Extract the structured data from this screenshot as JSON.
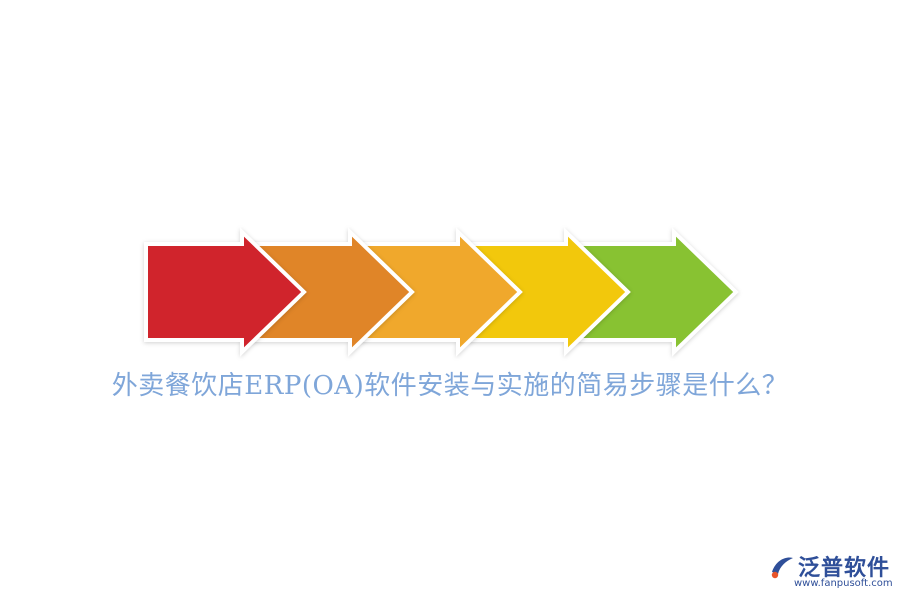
{
  "diagram": {
    "caption": "外卖餐饮店ERP(OA)软件安装与实施的简易步骤是什么？",
    "arrow_colors": [
      "#d0242c",
      "#e08528",
      "#f0a82c",
      "#f2c80c",
      "#88c232"
    ],
    "outline_color": "#ffffff"
  },
  "logo": {
    "name": "泛普软件",
    "url": "www.fanpusoft.com",
    "mark_color": "#2f4f99",
    "accent_color": "#e8542a"
  }
}
